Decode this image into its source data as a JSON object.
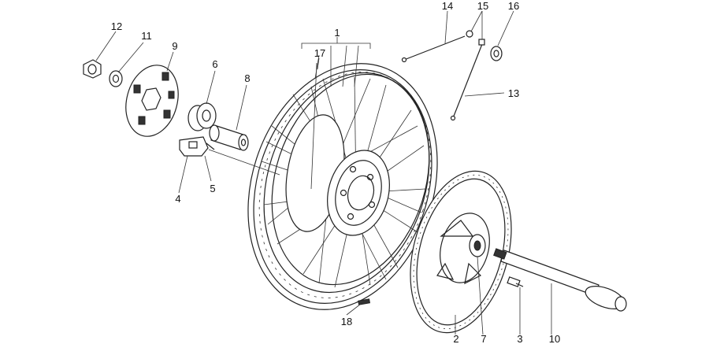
{
  "parts": [
    {
      "id": "p1",
      "number": "1"
    },
    {
      "id": "p2",
      "number": "2"
    },
    {
      "id": "p3",
      "number": "3"
    },
    {
      "id": "p4",
      "number": "4"
    },
    {
      "id": "p5",
      "number": "5"
    },
    {
      "id": "p6",
      "number": "6"
    },
    {
      "id": "p7",
      "number": "7"
    },
    {
      "id": "p8",
      "number": "8"
    },
    {
      "id": "p9",
      "number": "9"
    },
    {
      "id": "p10",
      "number": "10"
    },
    {
      "id": "p11",
      "number": "11"
    },
    {
      "id": "p12",
      "number": "12"
    },
    {
      "id": "p13",
      "number": "13"
    },
    {
      "id": "p14",
      "number": "14"
    },
    {
      "id": "p15",
      "number": "15"
    },
    {
      "id": "p16",
      "number": "16"
    },
    {
      "id": "p17",
      "number": "17"
    },
    {
      "id": "p18",
      "number": "18"
    }
  ]
}
